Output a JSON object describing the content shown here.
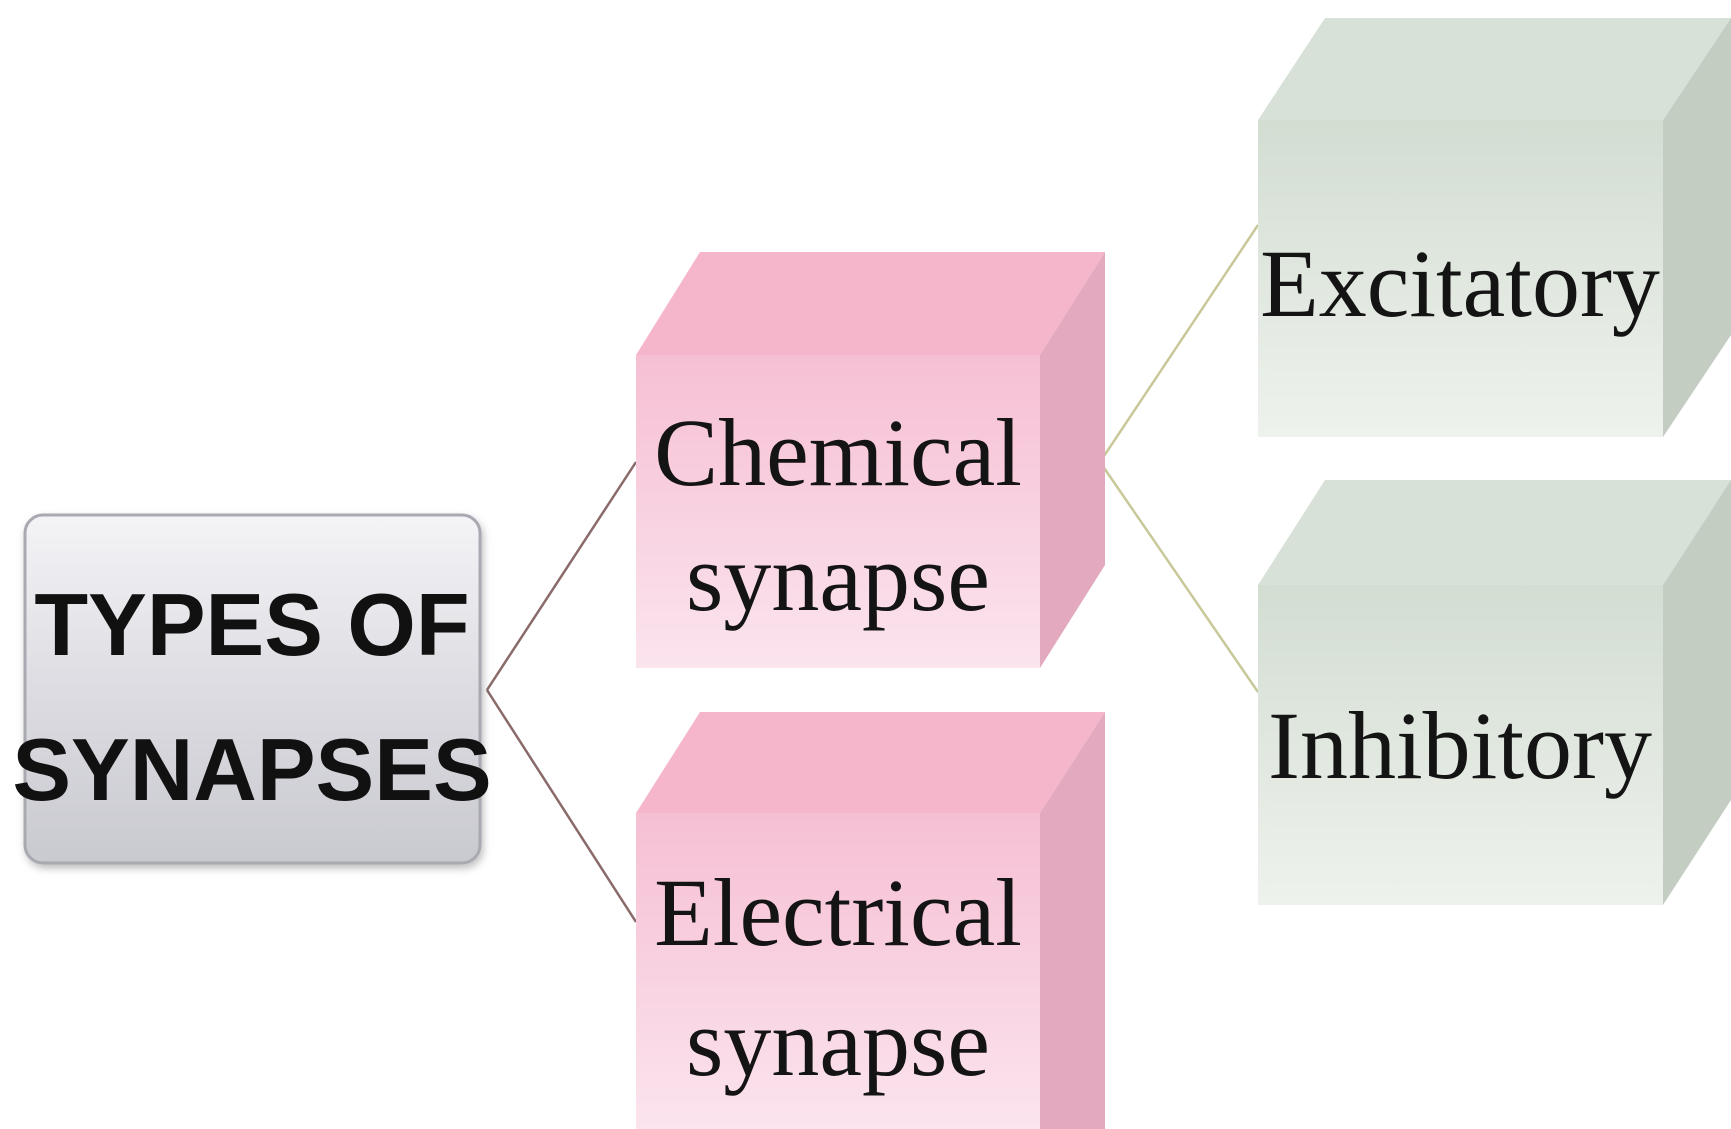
{
  "root": {
    "line1": "TYPES OF",
    "line2": "SYNAPSES"
  },
  "types": {
    "chemical": {
      "line1": "Chemical",
      "line2": "synapse"
    },
    "electrical": {
      "line1": "Electrical",
      "line2": "synapse"
    }
  },
  "chemical_subtypes": {
    "excitatory": "Excitatory",
    "inhibitory": "Inhibitory"
  },
  "colors": {
    "root_fill": "#dcdce2",
    "type_fill": "#f7c8da",
    "subtype_fill": "#dfe6de",
    "connector_brown": "#8a6a6a",
    "connector_olive": "#c8c89a"
  }
}
